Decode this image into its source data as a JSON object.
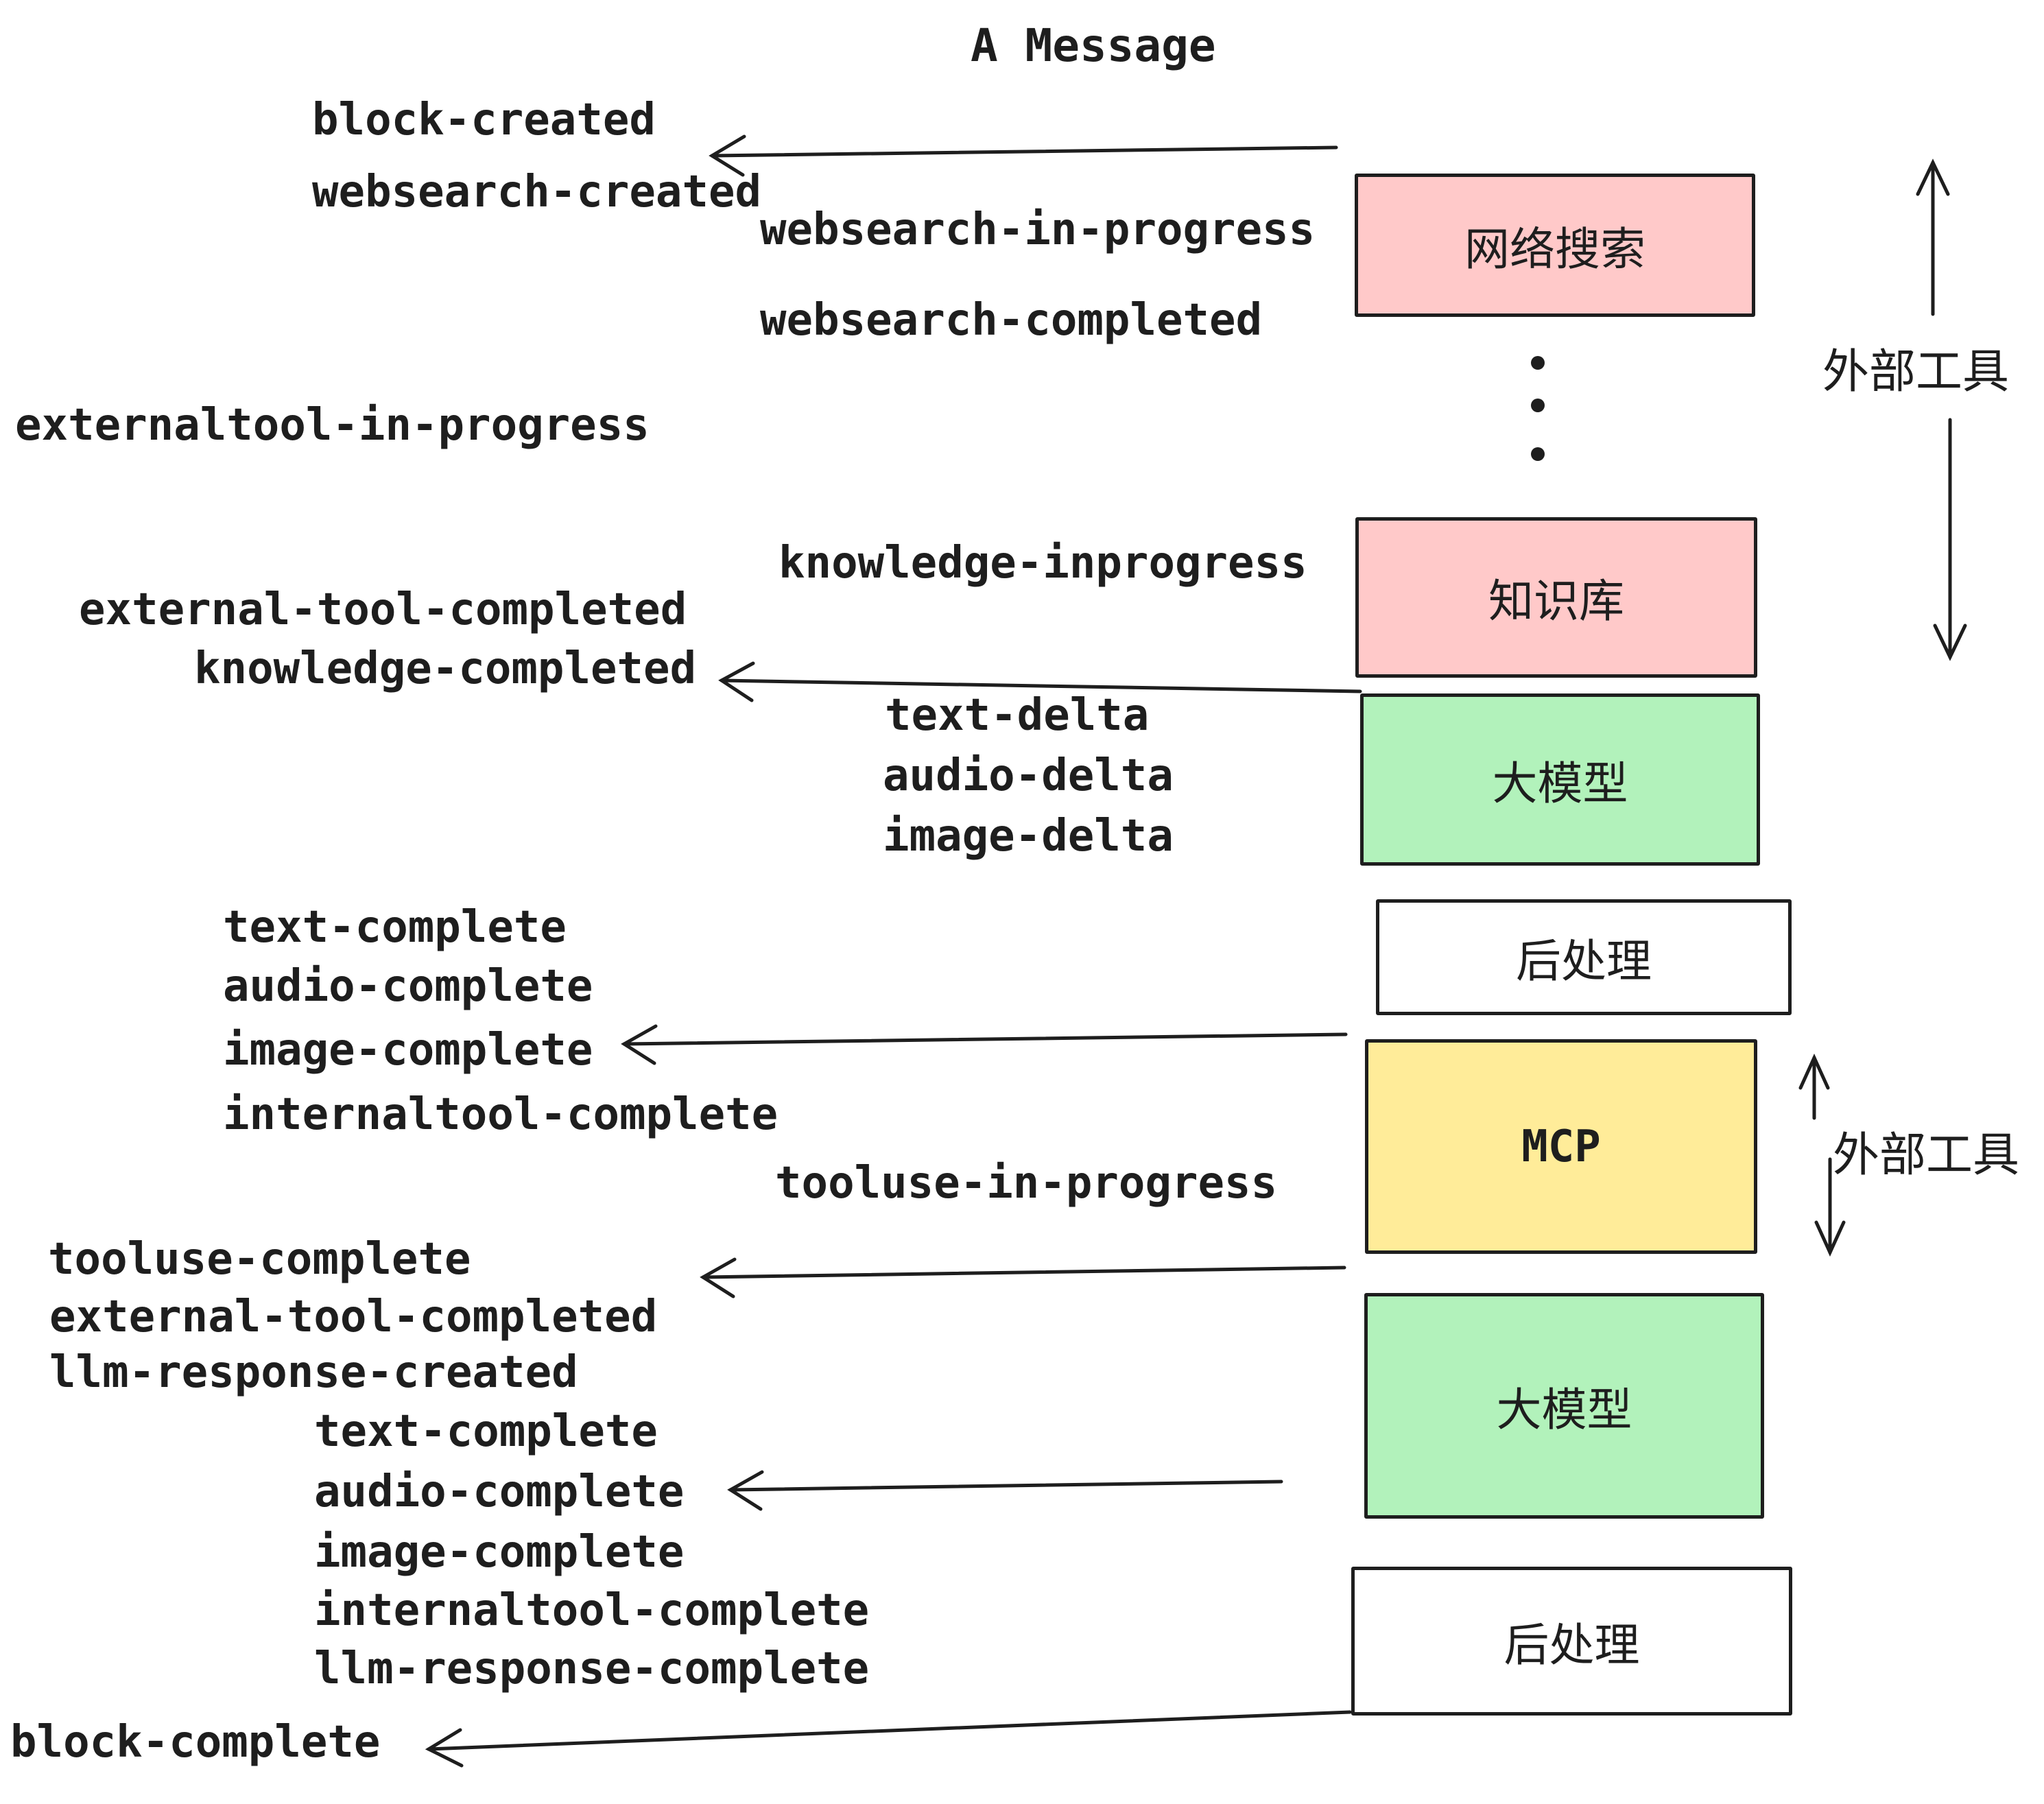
{
  "title": "A Message",
  "events": [
    "block-created",
    "websearch-created",
    "websearch-in-progress",
    "websearch-completed",
    "externaltool-in-progress",
    "knowledge-inprogress",
    "external-tool-completed",
    "knowledge-completed",
    "text-delta",
    "audio-delta",
    "image-delta",
    "text-complete",
    "audio-complete",
    "image-complete",
    "internaltool-complete",
    "tooluse-in-progress",
    "tooluse-complete",
    "external-tool-completed",
    "llm-response-created",
    "text-complete",
    "audio-complete",
    "image-complete",
    "internaltool-complete",
    "llm-response-complete",
    "block-complete"
  ],
  "boxes": [
    {
      "label": "网络搜索",
      "color": "#ffc9c9"
    },
    {
      "label": "知识库",
      "color": "#ffc9c9"
    },
    {
      "label": "大模型",
      "color": "#b2f2bb"
    },
    {
      "label": "后处理",
      "color": "#ffffff"
    },
    {
      "label": "MCP",
      "color": "#ffec99"
    },
    {
      "label": "大模型",
      "color": "#b2f2bb"
    },
    {
      "label": "后处理",
      "color": "#ffffff"
    }
  ],
  "side_labels": [
    {
      "label": "外部工具"
    },
    {
      "label": "外部工具"
    }
  ],
  "colors": {
    "stroke": "#1e1e1e",
    "pink": "#ffc9c9",
    "green": "#b2f2bb",
    "yellow": "#ffec99",
    "white": "#ffffff"
  }
}
